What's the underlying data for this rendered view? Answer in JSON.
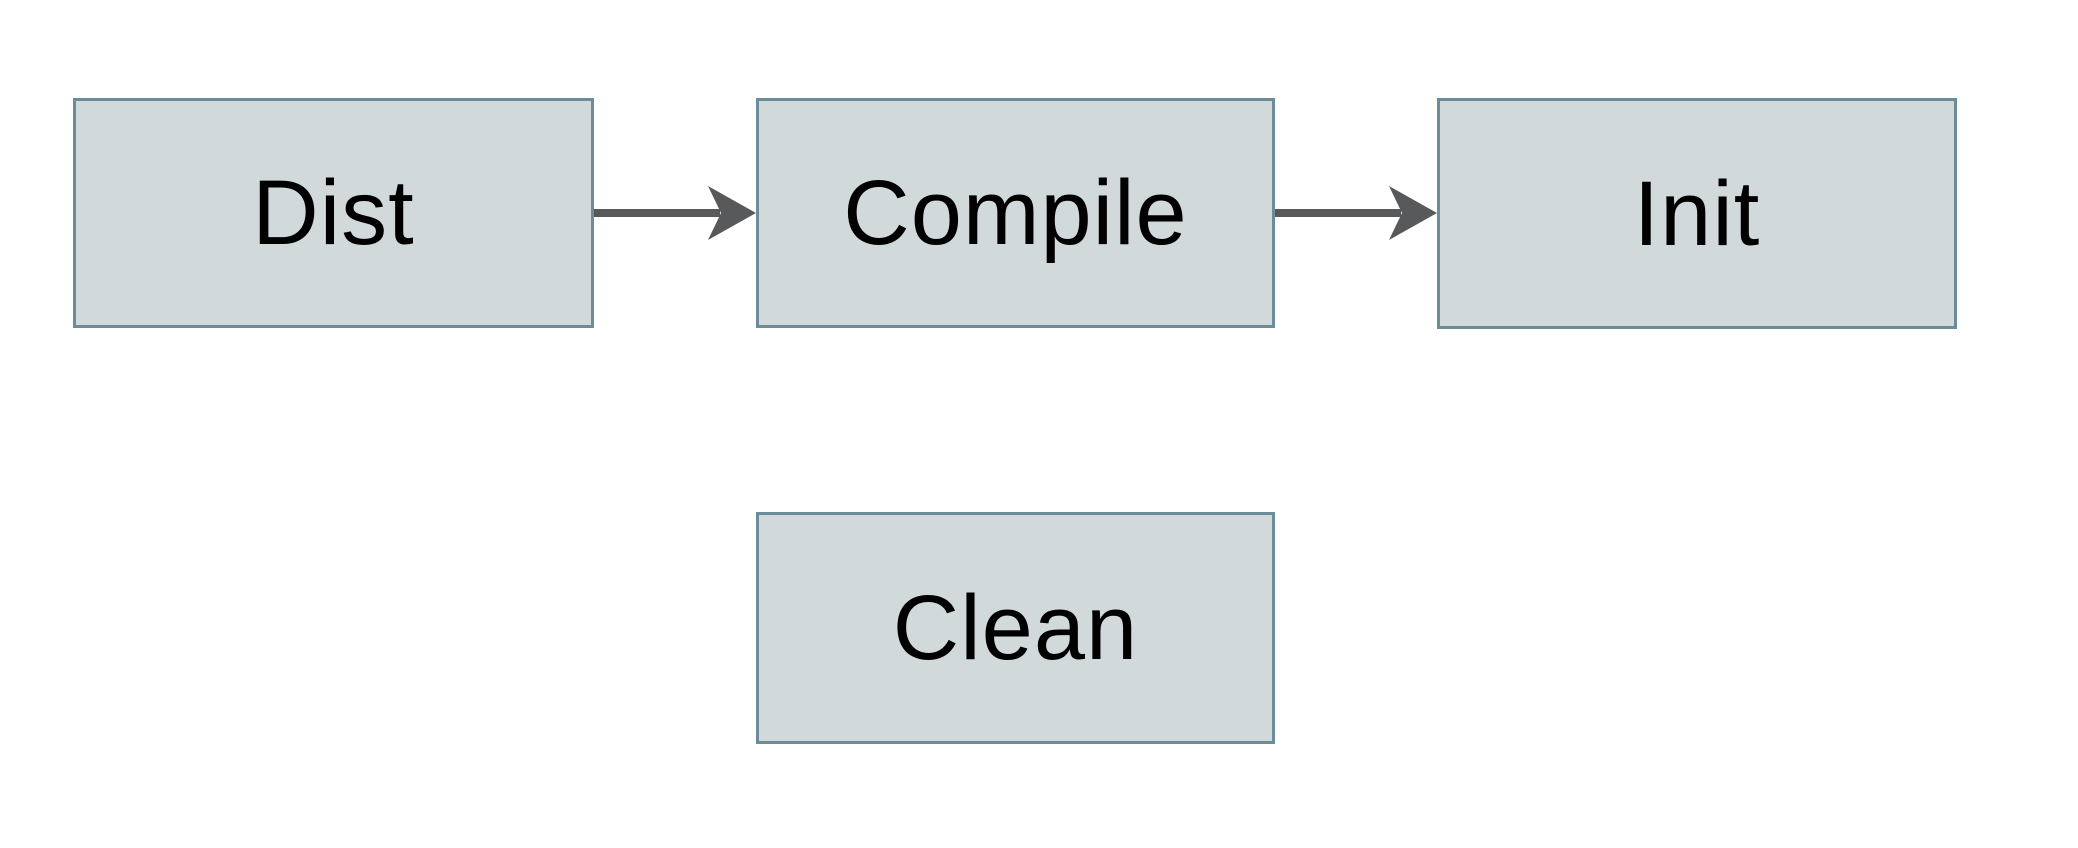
{
  "diagram": {
    "background_color": "#ffffff",
    "node_fill_color": "#d2d9db",
    "node_border_color": "#6d8c99",
    "arrow_color": "#58595b",
    "text_color": "#000000",
    "nodes": [
      {
        "id": "dist",
        "label": "Dist"
      },
      {
        "id": "compile",
        "label": "Compile"
      },
      {
        "id": "init",
        "label": "Init"
      },
      {
        "id": "clean",
        "label": "Clean"
      }
    ],
    "edges": [
      {
        "from": "Dist",
        "to": "Compile"
      },
      {
        "from": "Compile",
        "to": "Init"
      }
    ]
  }
}
